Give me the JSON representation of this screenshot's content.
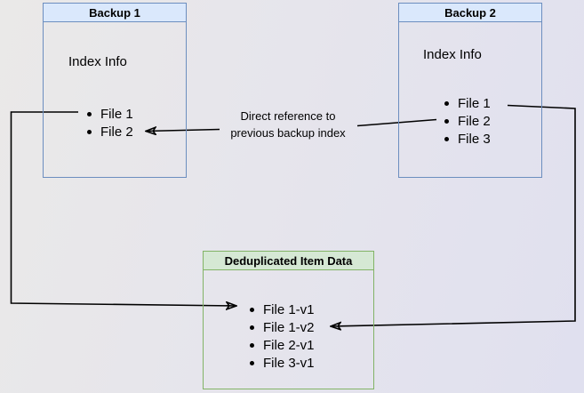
{
  "backup1": {
    "title": "Backup 1",
    "subtitle": "Index Info",
    "files": [
      "File 1",
      "File 2"
    ]
  },
  "backup2": {
    "title": "Backup 2",
    "subtitle": "Index Info",
    "files": [
      "File 1",
      "File 2",
      "File 3"
    ]
  },
  "dedup": {
    "title": "Deduplicated Item Data",
    "files": [
      "File 1-v1",
      "File 1-v2",
      "File 2-v1",
      "File 3-v1"
    ]
  },
  "annotation": {
    "line1": "Direct reference to",
    "line2": "previous backup index"
  },
  "connectors": [
    {
      "from": "Backup 2 / File 2",
      "to": "Backup 1 / File 2",
      "label": "Direct reference to previous backup index"
    },
    {
      "from": "Backup 1 / File 1",
      "to": "Deduplicated Item Data / File 1-v1",
      "label": ""
    },
    {
      "from": "Backup 2 / File 1",
      "to": "Deduplicated Item Data / File 1-v2",
      "label": ""
    }
  ],
  "colors": {
    "blue_fill": "#dae8fc",
    "blue_border": "#6c8ebf",
    "green_fill": "#d5e8d4",
    "green_border": "#82b366",
    "line": "#000000"
  }
}
